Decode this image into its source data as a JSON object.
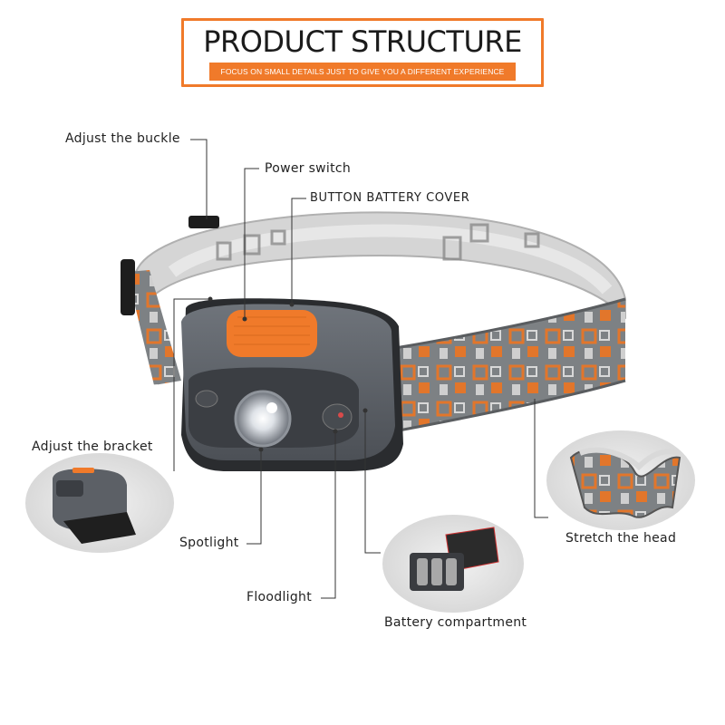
{
  "header": {
    "title": "PRODUCT STRUCTURE",
    "subtitle": "FOCUS ON SMALL DETAILS JUST TO GIVE YOU A DIFFERENT EXPERIENCE"
  },
  "labels": {
    "adjust_buckle": "Adjust the buckle",
    "power_switch": "Power switch",
    "battery_cover": "BUTTON BATTERY COVER",
    "adjust_bracket": "Adjust the bracket",
    "spotlight": "Spotlight",
    "floodlight": "Floodlight",
    "battery_compartment": "Battery compartment",
    "stretch_head": "Stretch the head"
  },
  "colors": {
    "accent": "#f07a2a",
    "lamp_body": "#5f646b",
    "strap": "#8a8d90"
  }
}
